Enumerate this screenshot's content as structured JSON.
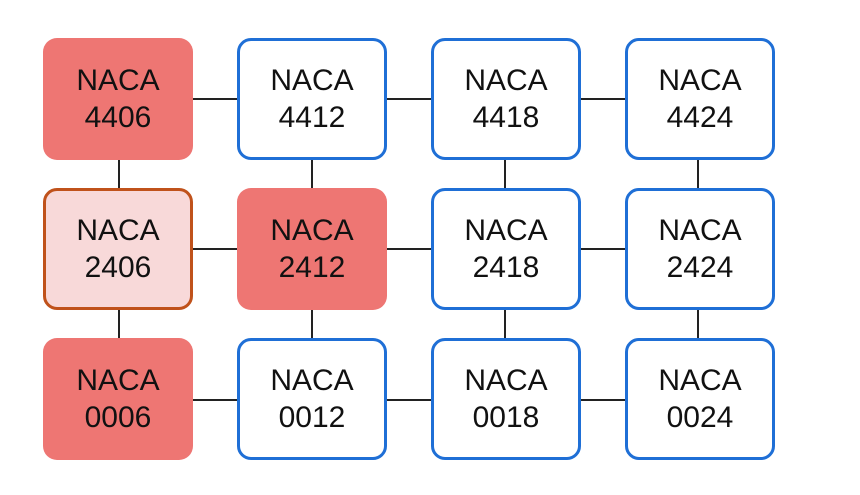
{
  "nodes": [
    {
      "line1": "NACA",
      "line2": "4406",
      "state": "selected"
    },
    {
      "line1": "NACA",
      "line2": "4412",
      "state": "default"
    },
    {
      "line1": "NACA",
      "line2": "4418",
      "state": "default"
    },
    {
      "line1": "NACA",
      "line2": "4424",
      "state": "default"
    },
    {
      "line1": "NACA",
      "line2": "2406",
      "state": "highlighted"
    },
    {
      "line1": "NACA",
      "line2": "2412",
      "state": "selected"
    },
    {
      "line1": "NACA",
      "line2": "2418",
      "state": "default"
    },
    {
      "line1": "NACA",
      "line2": "2424",
      "state": "default"
    },
    {
      "line1": "NACA",
      "line2": "0006",
      "state": "selected"
    },
    {
      "line1": "NACA",
      "line2": "0012",
      "state": "default"
    },
    {
      "line1": "NACA",
      "line2": "0018",
      "state": "default"
    },
    {
      "line1": "NACA",
      "line2": "0024",
      "state": "default"
    }
  ],
  "colors": {
    "selected_fill": "#ee7673",
    "highlighted_fill": "#f8d9d9",
    "highlighted_border": "#c0521b",
    "default_border": "#1f6fd6",
    "connector": "#222222"
  }
}
